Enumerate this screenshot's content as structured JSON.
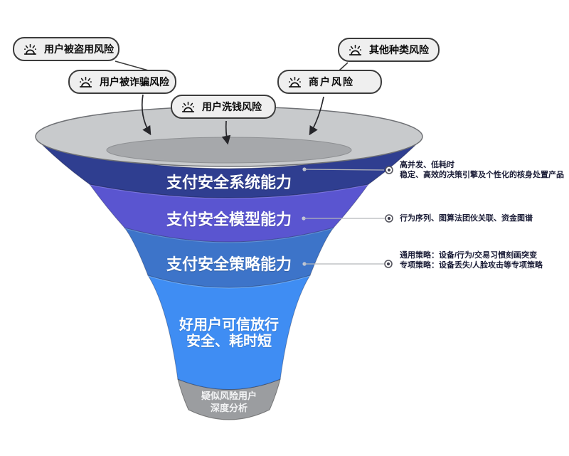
{
  "risk_pills": [
    {
      "label": "用户被盗用风险",
      "icon": "siren-icon"
    },
    {
      "label": "用户被诈骗风险",
      "icon": "siren-icon"
    },
    {
      "label": "用户洗钱风险",
      "icon": "siren-icon"
    },
    {
      "label": "商户风险",
      "icon": "siren-icon"
    },
    {
      "label": "其他种类风险",
      "icon": "siren-icon"
    }
  ],
  "funnel": {
    "mouth_color": "#c8cacc",
    "inner_mouth_color": "#a6a8ab",
    "layers": [
      {
        "label": "支付安全系统能力",
        "color": "#2f3e90"
      },
      {
        "label": "支付安全模型能力",
        "color": "#5a55d0"
      },
      {
        "label": "支付安全策略能力",
        "color": "#3d74c9"
      },
      {
        "line1": "好用户可信放行",
        "line2": "安全、耗时短",
        "color": "#3f8df3"
      }
    ],
    "outlet": {
      "line1": "疑似风险用户",
      "line2": "深度分析",
      "color": "#9b9da0"
    }
  },
  "annotations": [
    {
      "line1": "高并发、低耗时",
      "line2": "稳定、高效的决策引擎及个性化的核身处置产品"
    },
    {
      "line1": "行为序列、图算法团伙关联、资金图谱"
    },
    {
      "line1": "通用策略：设备/行为/交易习惯刻画突变",
      "line2": "专项策略：设备丢失/人脸攻击等专项策略"
    }
  ]
}
